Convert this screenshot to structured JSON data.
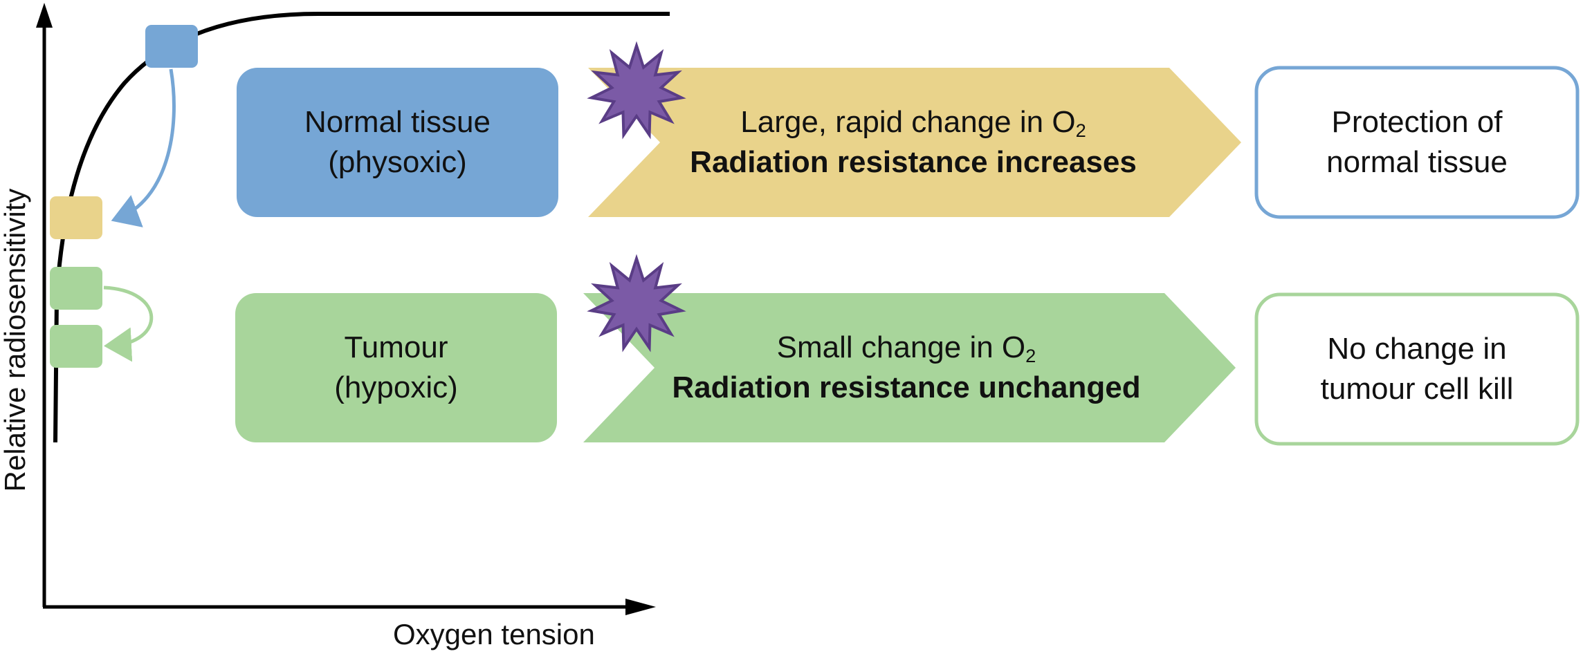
{
  "axes": {
    "x_label": "Oxygen tension",
    "y_label": "Relative radiosensitivity"
  },
  "rows": [
    {
      "tissue_line1": "Normal tissue",
      "tissue_line2": "(physoxic)",
      "change_prefix": "Large, rapid change in O",
      "change_sub": "2",
      "effect": "Radiation resistance increases",
      "outcome_line1": "Protection of",
      "outcome_line2": "normal tissue"
    },
    {
      "tissue_line1": "Tumour",
      "tissue_line2": "(hypoxic)",
      "change_prefix": "Small change in O",
      "change_sub": "2",
      "effect": "Radiation resistance unchanged",
      "outcome_line1": "No change in",
      "outcome_line2": "tumour cell kill"
    }
  ],
  "colors": {
    "blue": "#76a6d5",
    "yellow": "#e9d38b",
    "green": "#a8d59b",
    "purple": "#7b5aa6",
    "purple_edge": "#5a3d86",
    "curve": "#000000"
  }
}
